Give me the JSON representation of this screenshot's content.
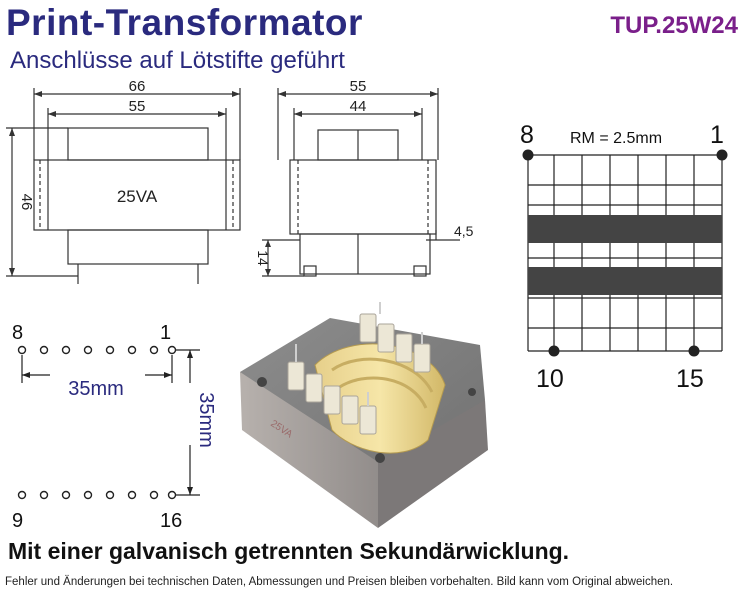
{
  "header": {
    "title": "Print-Transformator",
    "subtitle": "Anschlüsse auf Lötstifte geführt",
    "product_code": "TUP.25W24"
  },
  "front_view": {
    "dim_outer_width": "66",
    "dim_inner_width": "55",
    "dim_height": "46",
    "rating_label": "25VA"
  },
  "side_view": {
    "dim_outer_width": "55",
    "dim_inner_width": "44",
    "dim_pin_height": "14",
    "dim_pin_offset": "4,5"
  },
  "pin_grid": {
    "pin_top_left": "8",
    "pin_top_right": "1",
    "pin_bottom_left": "10",
    "pin_bottom_right": "15",
    "pitch_label": "RM = 2.5mm"
  },
  "footprint": {
    "pin_top_left": "8",
    "pin_top_right": "1",
    "pin_bottom_left": "9",
    "pin_bottom_right": "16",
    "horizontal_spacing": "35mm",
    "vertical_spacing": "35mm"
  },
  "photo": {
    "label_text": "25VA"
  },
  "footer": {
    "slogan": "Mit einer galvanisch getrennten Sekundärwicklung.",
    "disclaimer": "Fehler und Änderungen bei technischen Daten, Abmessungen und Preisen bleiben vorbehalten. Bild kann vom Original abweichen."
  }
}
